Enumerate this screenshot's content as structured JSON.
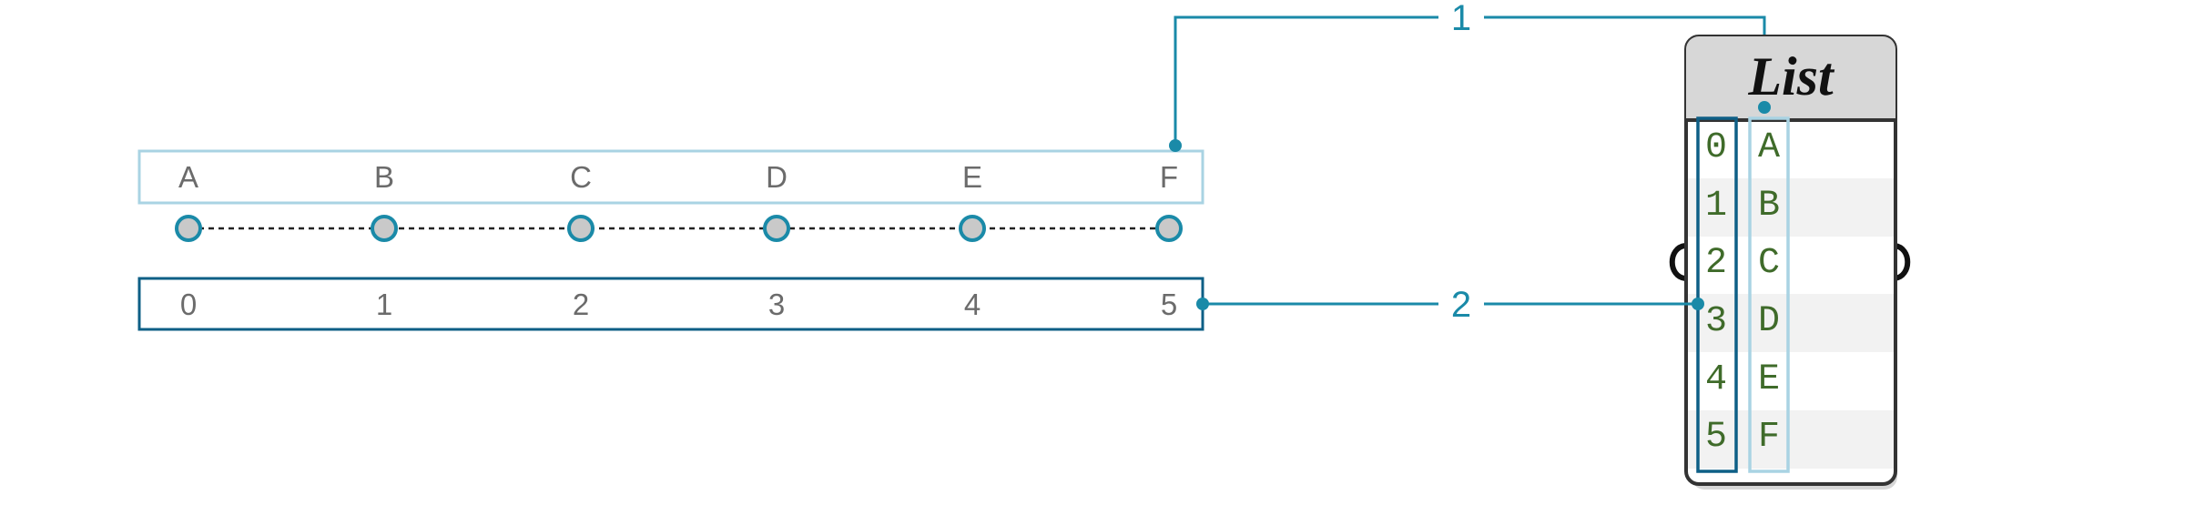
{
  "sequence": {
    "letters": [
      "A",
      "B",
      "C",
      "D",
      "E",
      "F"
    ],
    "indices": [
      "0",
      "1",
      "2",
      "3",
      "4",
      "5"
    ]
  },
  "panel": {
    "title": "List",
    "indices": [
      "0",
      "1",
      "2",
      "3",
      "4",
      "5"
    ],
    "values": [
      "A",
      "B",
      "C",
      "D",
      "E",
      "F"
    ]
  },
  "callouts": {
    "one": "1",
    "two": "2"
  },
  "colors": {
    "callout": "#1a8aa8",
    "item_box": "#a9d3e3",
    "index_box": "#0e5f86",
    "node_fill": "#c9c9c9",
    "cell_text": "#3f6b2a"
  }
}
